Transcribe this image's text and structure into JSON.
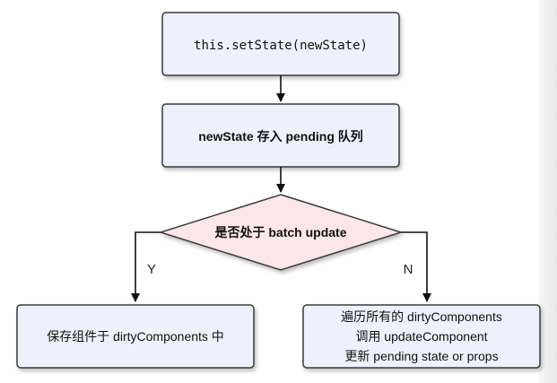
{
  "diagram": {
    "nodes": {
      "setstate": {
        "label": "this.setState(newState)"
      },
      "pending": {
        "label": "newState  存入 pending 队列"
      },
      "decision": {
        "label": "是否处于 batch update"
      },
      "save": {
        "label": "保存组件于 dirtyComponents 中"
      },
      "update": {
        "line1": "遍历所有的 dirtyComponents",
        "line2": "调用 updateComponent",
        "line3": "更新 pending state or props"
      }
    },
    "edges": {
      "yes_label": "Y",
      "no_label": "N"
    },
    "colors": {
      "box_fill": "#eef0fb",
      "box_stroke": "#3a3a3a",
      "diamond_fill": "#fce6ea",
      "arrow": "#111111"
    }
  }
}
